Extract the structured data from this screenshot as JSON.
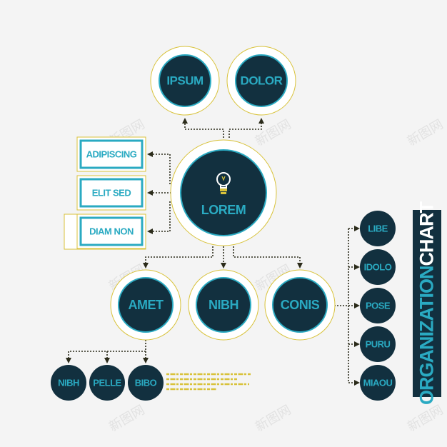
{
  "center": {
    "label": "LOREM",
    "icon": "lightbulb-icon"
  },
  "top_nodes": [
    "IPSUM",
    "DOLOR"
  ],
  "left_boxes": [
    "ADIPISCING",
    "ELIT SED",
    "DIAM NON"
  ],
  "middle_nodes": [
    "AMET",
    "NIBH",
    "CONIS"
  ],
  "bottom_nodes": [
    "NIBH",
    "PELLE",
    "BIBO"
  ],
  "right_nodes": [
    "LIBE",
    "IDOLO",
    "POSE",
    "PURU",
    "MIAOU"
  ],
  "title": {
    "part1": "ORGANIZATION",
    "part2": "CHART"
  },
  "watermark": "新图网",
  "colors": {
    "dark": "#12303f",
    "accent": "#2aaac2",
    "gold": "#d8c23a",
    "connector": "#4a4a2a"
  }
}
